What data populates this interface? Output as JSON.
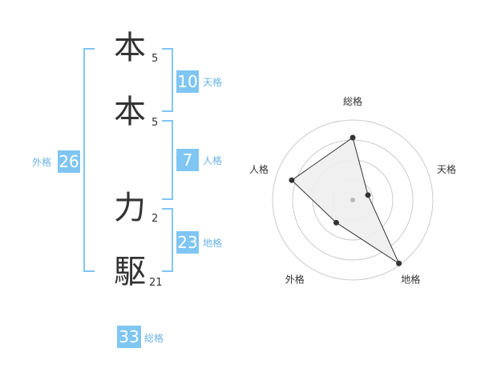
{
  "name": {
    "chars": [
      {
        "char": "本",
        "strokes": "5"
      },
      {
        "char": "本",
        "strokes": "5"
      },
      {
        "char": "力",
        "strokes": "2"
      },
      {
        "char": "駆",
        "strokes": "21"
      }
    ]
  },
  "fortunes": {
    "tenkaku": {
      "value": "10",
      "label": "天格"
    },
    "jinkaku": {
      "value": "7",
      "label": "人格"
    },
    "chikaku": {
      "value": "23",
      "label": "地格"
    },
    "gaikaku": {
      "value": "26",
      "label": "外格"
    },
    "soukaku": {
      "value": "33",
      "label": "総格"
    }
  },
  "chart_data": {
    "type": "radar",
    "axes": [
      "総格",
      "天格",
      "地格",
      "外格",
      "人格"
    ],
    "values": [
      0.78,
      0.2,
      0.98,
      0.35,
      0.8
    ],
    "ring_count": 4,
    "range": [
      0,
      1
    ],
    "colors": {
      "fill": "#eeeeee",
      "stroke": "#333333",
      "ring": "#cccccc",
      "center": "#bbbbbb"
    }
  }
}
